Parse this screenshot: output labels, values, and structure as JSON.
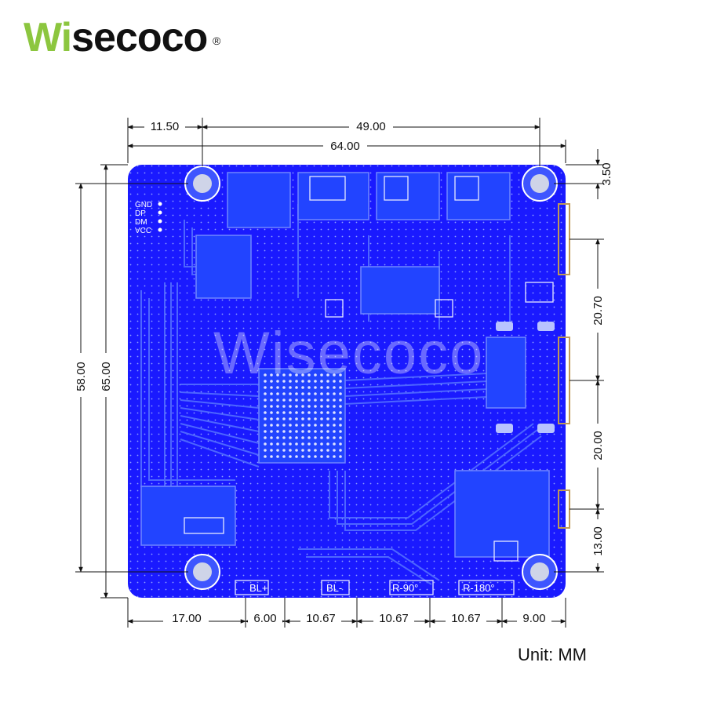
{
  "brand": {
    "logo_accent": "Wi",
    "logo_rest": "secoco",
    "registered": "®",
    "accent_color": "#8cc63f",
    "watermark": "Wisecoco"
  },
  "board": {
    "color": "#1a1aff",
    "pin_labels": [
      "GND",
      "DP",
      "DM",
      "VCC"
    ],
    "buttons": [
      "BL+",
      "BL-",
      "R-90°",
      "R-180°"
    ]
  },
  "dimensions": {
    "top_11_50": "11.50",
    "top_49_00": "49.00",
    "top_64_00": "64.00",
    "right_3_50": "3.50",
    "right_20_70": "20.70",
    "right_20_00": "20.00",
    "right_13_00": "13.00",
    "left_58_00": "58.00",
    "left_65_00": "65.00",
    "bottom": [
      "17.00",
      "6.00",
      "10.67",
      "10.67",
      "10.67",
      "9.00"
    ]
  },
  "unit_label": "Unit: MM"
}
